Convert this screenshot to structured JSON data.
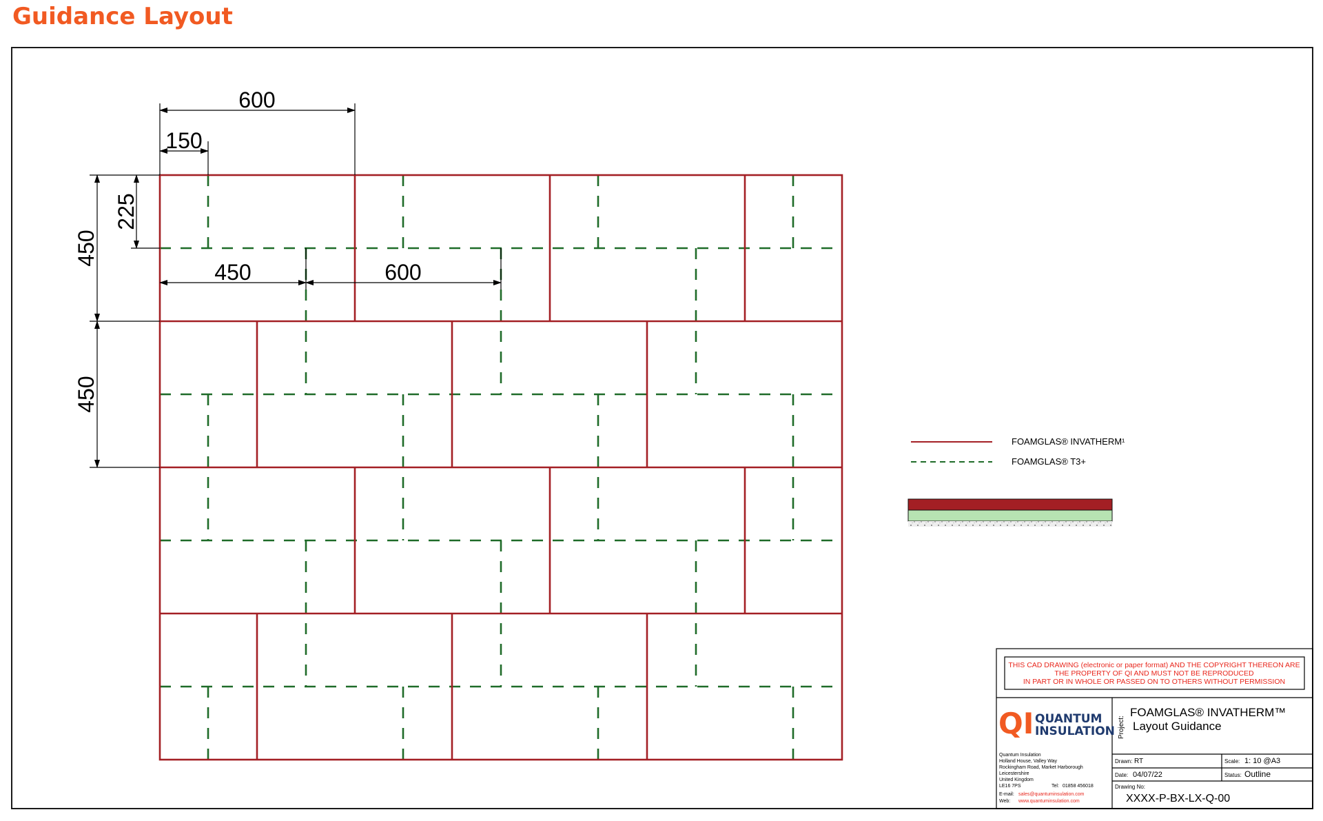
{
  "header": {
    "title": "Guidance Layout"
  },
  "dimensions": {
    "top_600": "600",
    "top_150": "150",
    "left_225": "225",
    "left_450_a": "450",
    "left_450_b": "450",
    "inner_450": "450",
    "inner_600": "600"
  },
  "legend": {
    "items": [
      {
        "label": "FOAMGLAS® INVATHERM¹",
        "color": "#a31f24",
        "style": "solid"
      },
      {
        "label": "FOAMGLAS® T3+",
        "color": "#1e6b28",
        "style": "dashed"
      }
    ],
    "swatch_colors": {
      "top": "#a31f24",
      "middle": "#b7e3b2",
      "bottom": "#d9d9d9"
    }
  },
  "title_block": {
    "copyright": [
      "THIS CAD DRAWING (electronic or paper format) AND THE COPYRIGHT THEREON ARE",
      "THE PROPERTY OF QI AND MUST NOT BE REPRODUCED",
      "IN PART OR IN WHOLE OR PASSED ON TO OTHERS WITHOUT PERMISSION"
    ],
    "logo_mark": "QI",
    "logo_line1": "QUANTUM",
    "logo_line2": "INSULATION",
    "project_label": "Project:",
    "project_line1": "FOAMGLAS® INVATHERM™",
    "project_line2": "Layout Guidance",
    "address": [
      "Quantum Insulation",
      "Holland House, Valley Way",
      "Rockingham Road, Market Harborough",
      "Leicestershire",
      "United Kingdom",
      "LE16 7PS"
    ],
    "tel_label": "Tel:",
    "tel": "01858 456018",
    "email_label": "E-mail:",
    "email": "sales@quantuminsulation.com",
    "web_label": "Web:",
    "web": "www.quantuminsulation.com",
    "drawn_label": "Drawn:",
    "drawn": "RT",
    "scale_label": "Scale:",
    "scale": "1: 10  @A3",
    "date_label": "Date:",
    "date": "04/07/22",
    "status_label": "Status:",
    "status": "Outline",
    "drawing_no_label": "Drawing No:",
    "drawing_no": "XXXX-P-BX-LX-Q-00"
  },
  "colors": {
    "title": "#f15a22",
    "invatherm": "#a31f24",
    "t3": "#1e6b28",
    "warning_text": "#e8261c"
  }
}
